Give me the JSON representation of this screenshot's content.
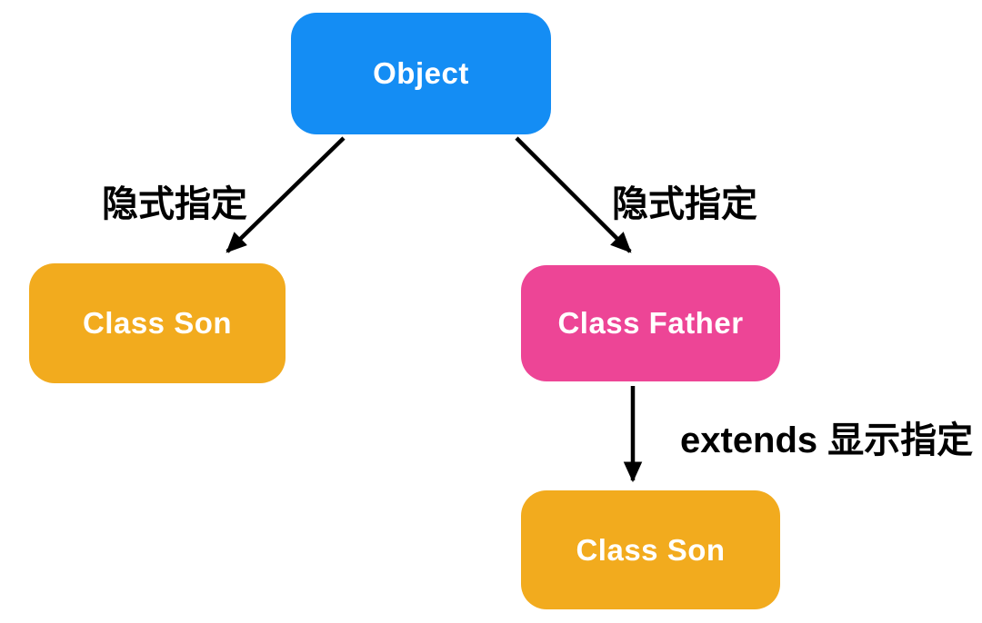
{
  "diagram": {
    "nodes": {
      "object": {
        "label": "Object",
        "color": "#148DF4",
        "text_color": "#FFFFFF"
      },
      "class_son_left": {
        "label": "Class Son",
        "color": "#F2AB1E",
        "text_color": "#FFFFFF"
      },
      "class_father": {
        "label": "Class Father",
        "color": "#ED4596",
        "text_color": "#FFFFFF"
      },
      "class_son_bottom": {
        "label": "Class Son",
        "color": "#F2AB1E",
        "text_color": "#FFFFFF"
      }
    },
    "edges": [
      {
        "from": "Object",
        "to": "Class Son",
        "label": "隐式指定"
      },
      {
        "from": "Object",
        "to": "Class Father",
        "label": "隐式指定"
      },
      {
        "from": "Class Father",
        "to": "Class Son",
        "label": "extends 显示指定"
      }
    ],
    "colors": {
      "edge": "#000000",
      "background": "#FFFFFF",
      "label_text": "#000000"
    }
  }
}
